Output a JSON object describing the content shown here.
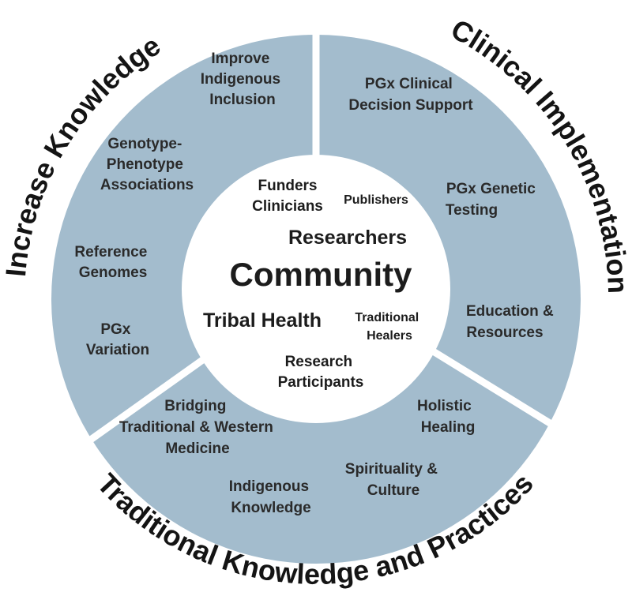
{
  "colors": {
    "segment_fill": "#a3bccd",
    "center_fill": "#ffffff",
    "divider": "#ffffff",
    "text": "#1c1c1c"
  },
  "outer_titles": {
    "increase_knowledge": "Increase Knowledge",
    "clinical_implementation": "Clinical Implementation",
    "traditional_knowledge": "Traditional Knowledge and Practices"
  },
  "segments": {
    "increase_knowledge": {
      "items": [
        {
          "lines": [
            "Improve",
            "Indigenous",
            "Inclusion"
          ]
        },
        {
          "lines": [
            "Genotype-",
            "Phenotype",
            "Associations"
          ]
        },
        {
          "lines": [
            "Reference",
            "Genomes"
          ]
        },
        {
          "lines": [
            "PGx",
            "Variation"
          ]
        }
      ]
    },
    "clinical_implementation": {
      "items": [
        {
          "lines": [
            "PGx Clinical",
            "Decision Support"
          ]
        },
        {
          "lines": [
            "PGx Genetic",
            "Testing"
          ]
        },
        {
          "lines": [
            "Education &",
            "Resources"
          ]
        }
      ]
    },
    "traditional_knowledge": {
      "items": [
        {
          "lines": [
            "Bridging",
            "Traditional & Western",
            "Medicine"
          ]
        },
        {
          "lines": [
            "Holistic",
            "Healing"
          ]
        },
        {
          "lines": [
            "Spirituality &",
            "Culture"
          ]
        },
        {
          "lines": [
            "Indigenous",
            "Knowledge"
          ]
        }
      ]
    }
  },
  "center": {
    "funders": "Funders",
    "clinicians": "Clinicians",
    "publishers": "Publishers",
    "researchers": "Researchers",
    "community": "Community",
    "tribal_health": "Tribal Health",
    "traditional_healers": [
      "Traditional",
      "Healers"
    ],
    "research_participants": [
      "Research",
      "Participants"
    ]
  }
}
